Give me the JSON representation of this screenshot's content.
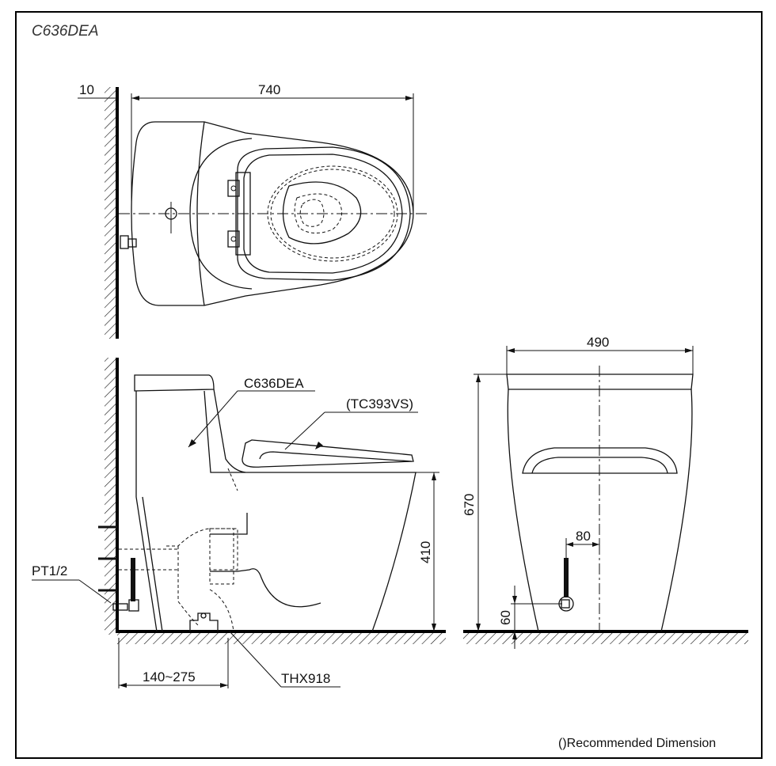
{
  "title": "C636DEA",
  "top_view": {
    "wall_offset": "10",
    "length": "740"
  },
  "side_view": {
    "model_label": "C636DEA",
    "seat_label": "(TC393VS)",
    "supply_label": "PT1/2",
    "flange_label": "THX918",
    "seat_height": "410",
    "rough_in": "140~275"
  },
  "front_view": {
    "width": "490",
    "height": "670",
    "supply_offset_x": "80",
    "supply_height": "60"
  },
  "footer_note": "()Recommended Dimension"
}
